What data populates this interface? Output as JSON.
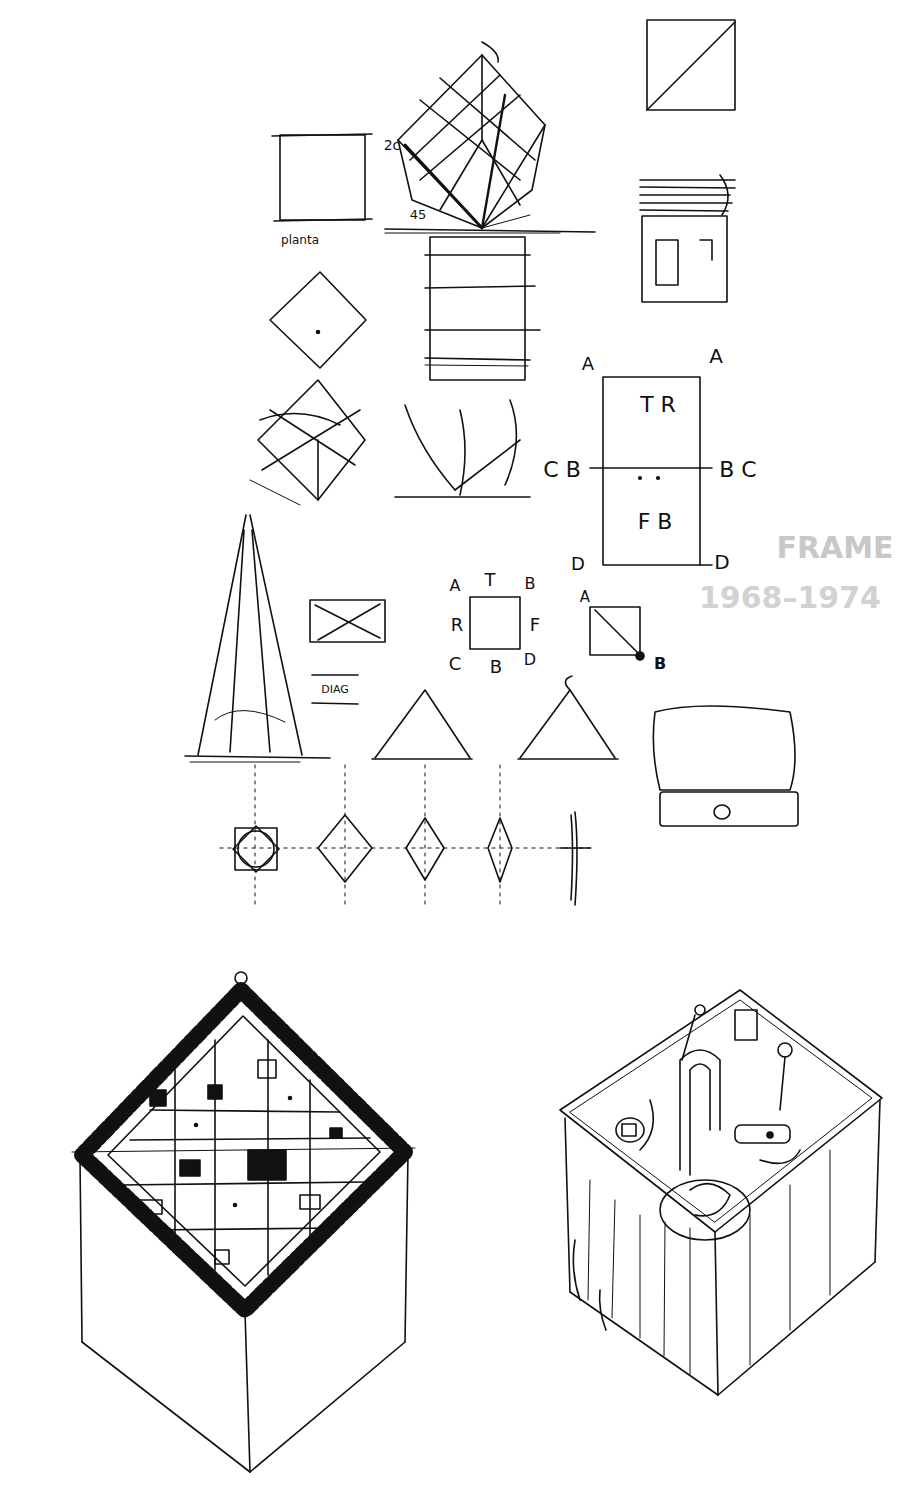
{
  "diagram": {
    "labels": [
      "planta",
      "2c",
      "45",
      "A",
      "A",
      "T R",
      "C B",
      "B C",
      "F B",
      "D",
      "D",
      "A",
      "T",
      "B",
      "R",
      "F",
      "C",
      "B",
      "D",
      "A",
      "B",
      "DIAG",
      "FRAME",
      "1968–1974"
    ]
  }
}
